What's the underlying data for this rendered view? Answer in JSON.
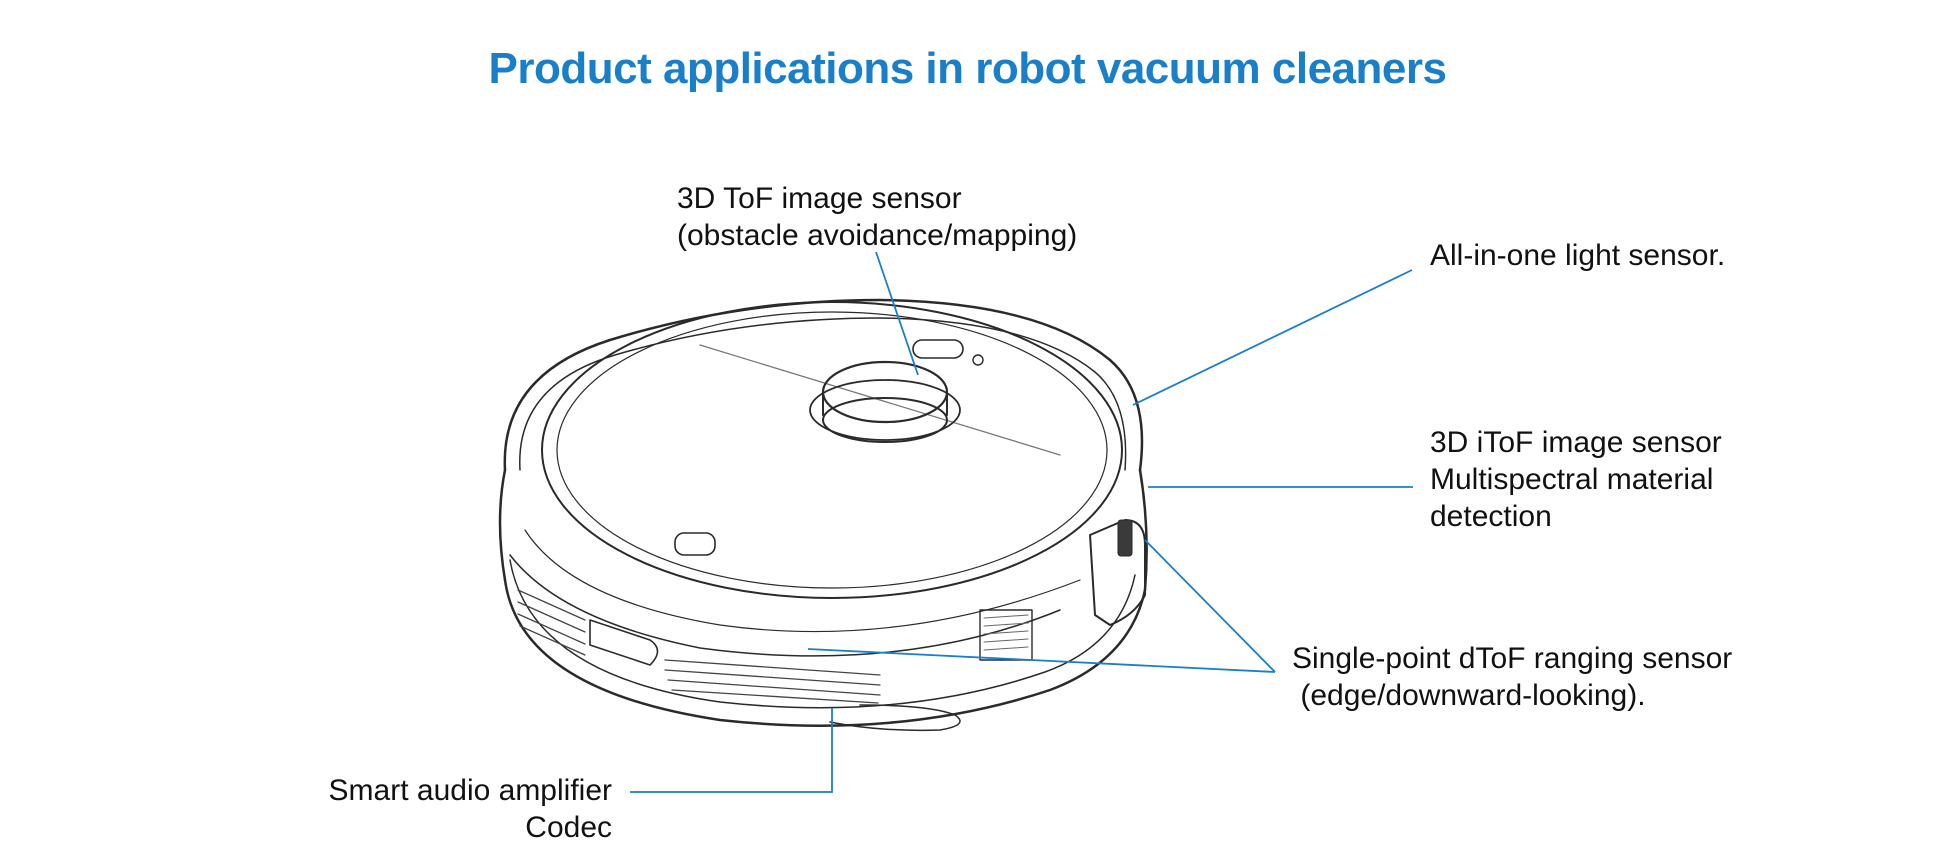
{
  "title": "Product applications in robot vacuum cleaners",
  "accent_color": "#1a7fc9",
  "callouts": {
    "tof_3d": {
      "line1": "3D ToF image sensor",
      "line2": "(obstacle avoidance/mapping)"
    },
    "light_sensor": {
      "line1": "All-in-one light sensor."
    },
    "itof_3d": {
      "line1": "3D iToF image sensor",
      "line2": "Multispectral material",
      "line3": "detection"
    },
    "dtof": {
      "line1": "Single-point dToF ranging sensor",
      "line2": " (edge/downward-looking)."
    },
    "audio": {
      "line1": "Smart audio amplifier",
      "line2": "Codec"
    }
  }
}
